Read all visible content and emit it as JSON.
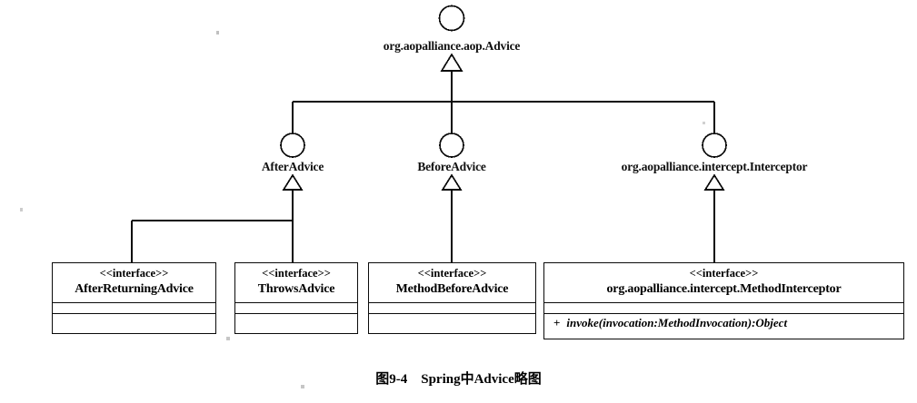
{
  "figure": {
    "caption": "图9-4　Spring中Advice略图",
    "stereotype": "<<interface>>",
    "root": {
      "name": "org.aopalliance.aop.Advice",
      "icon": "interface-lollipop-circle"
    },
    "mid_interfaces": [
      {
        "name": "AfterAdvice",
        "icon": "interface-lollipop-circle"
      },
      {
        "name": "BeforeAdvice",
        "icon": "interface-lollipop-circle"
      },
      {
        "name": "org.aopalliance.intercept.Interceptor",
        "icon": "interface-lollipop-circle"
      }
    ],
    "classes": [
      {
        "stereotype": "<<interface>>",
        "name": "AfterReturningAdvice",
        "attributes": [],
        "operations": []
      },
      {
        "stereotype": "<<interface>>",
        "name": "ThrowsAdvice",
        "attributes": [],
        "operations": []
      },
      {
        "stereotype": "<<interface>>",
        "name": "MethodBeforeAdvice",
        "attributes": [],
        "operations": []
      },
      {
        "stereotype": "<<interface>>",
        "name": "org.aopalliance.intercept.MethodInterceptor",
        "attributes": [],
        "operations": [
          {
            "visibility": "+",
            "signature": "invoke(invocation:MethodInvocation):Object"
          }
        ]
      }
    ],
    "relations": [
      {
        "type": "generalization",
        "from": "AfterAdvice",
        "to": "org.aopalliance.aop.Advice"
      },
      {
        "type": "generalization",
        "from": "BeforeAdvice",
        "to": "org.aopalliance.aop.Advice"
      },
      {
        "type": "generalization",
        "from": "org.aopalliance.intercept.Interceptor",
        "to": "org.aopalliance.aop.Advice"
      },
      {
        "type": "generalization",
        "from": "AfterReturningAdvice",
        "to": "AfterAdvice"
      },
      {
        "type": "generalization",
        "from": "ThrowsAdvice",
        "to": "AfterAdvice"
      },
      {
        "type": "generalization",
        "from": "MethodBeforeAdvice",
        "to": "BeforeAdvice"
      },
      {
        "type": "generalization",
        "from": "org.aopalliance.intercept.MethodInterceptor",
        "to": "org.aopalliance.intercept.Interceptor"
      }
    ],
    "colors": {
      "ink": "#0a0a0a",
      "background": "#ffffff"
    }
  }
}
